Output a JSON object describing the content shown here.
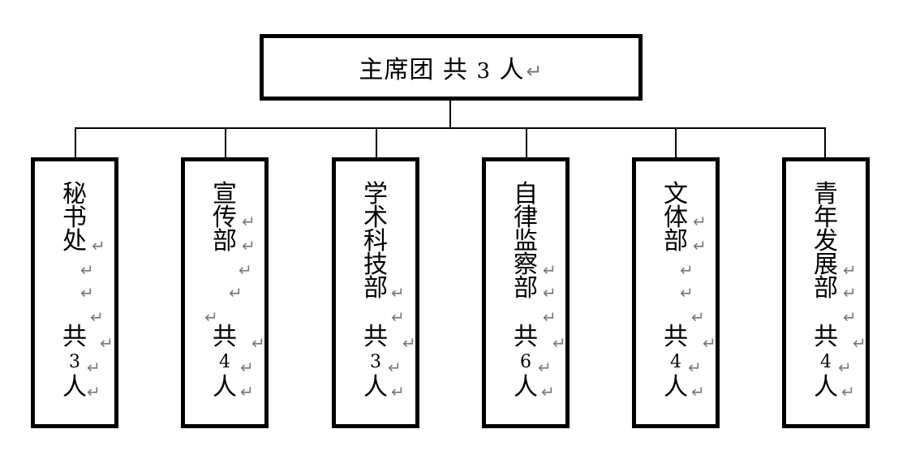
{
  "root": {
    "name": "主席团",
    "gong": "共",
    "count": "3",
    "ren": "人"
  },
  "departments": [
    {
      "chars": [
        "秘",
        "书",
        "处"
      ],
      "gong": "共",
      "count": "3",
      "ren": "人"
    },
    {
      "chars": [
        "宣",
        "传",
        "部"
      ],
      "gong": "共",
      "count": "4",
      "ren": "人"
    },
    {
      "chars": [
        "学",
        "术",
        "科",
        "技",
        "部"
      ],
      "gong": "共",
      "count": "3",
      "ren": "人"
    },
    {
      "chars": [
        "自",
        "律",
        "监",
        "察",
        "部"
      ],
      "gong": "共",
      "count": "6",
      "ren": "人"
    },
    {
      "chars": [
        "文",
        "体",
        "部"
      ],
      "gong": "共",
      "count": "4",
      "ren": "人"
    },
    {
      "chars": [
        "青",
        "年",
        "发",
        "展",
        "部"
      ],
      "gong": "共",
      "count": "4",
      "ren": "人"
    }
  ]
}
